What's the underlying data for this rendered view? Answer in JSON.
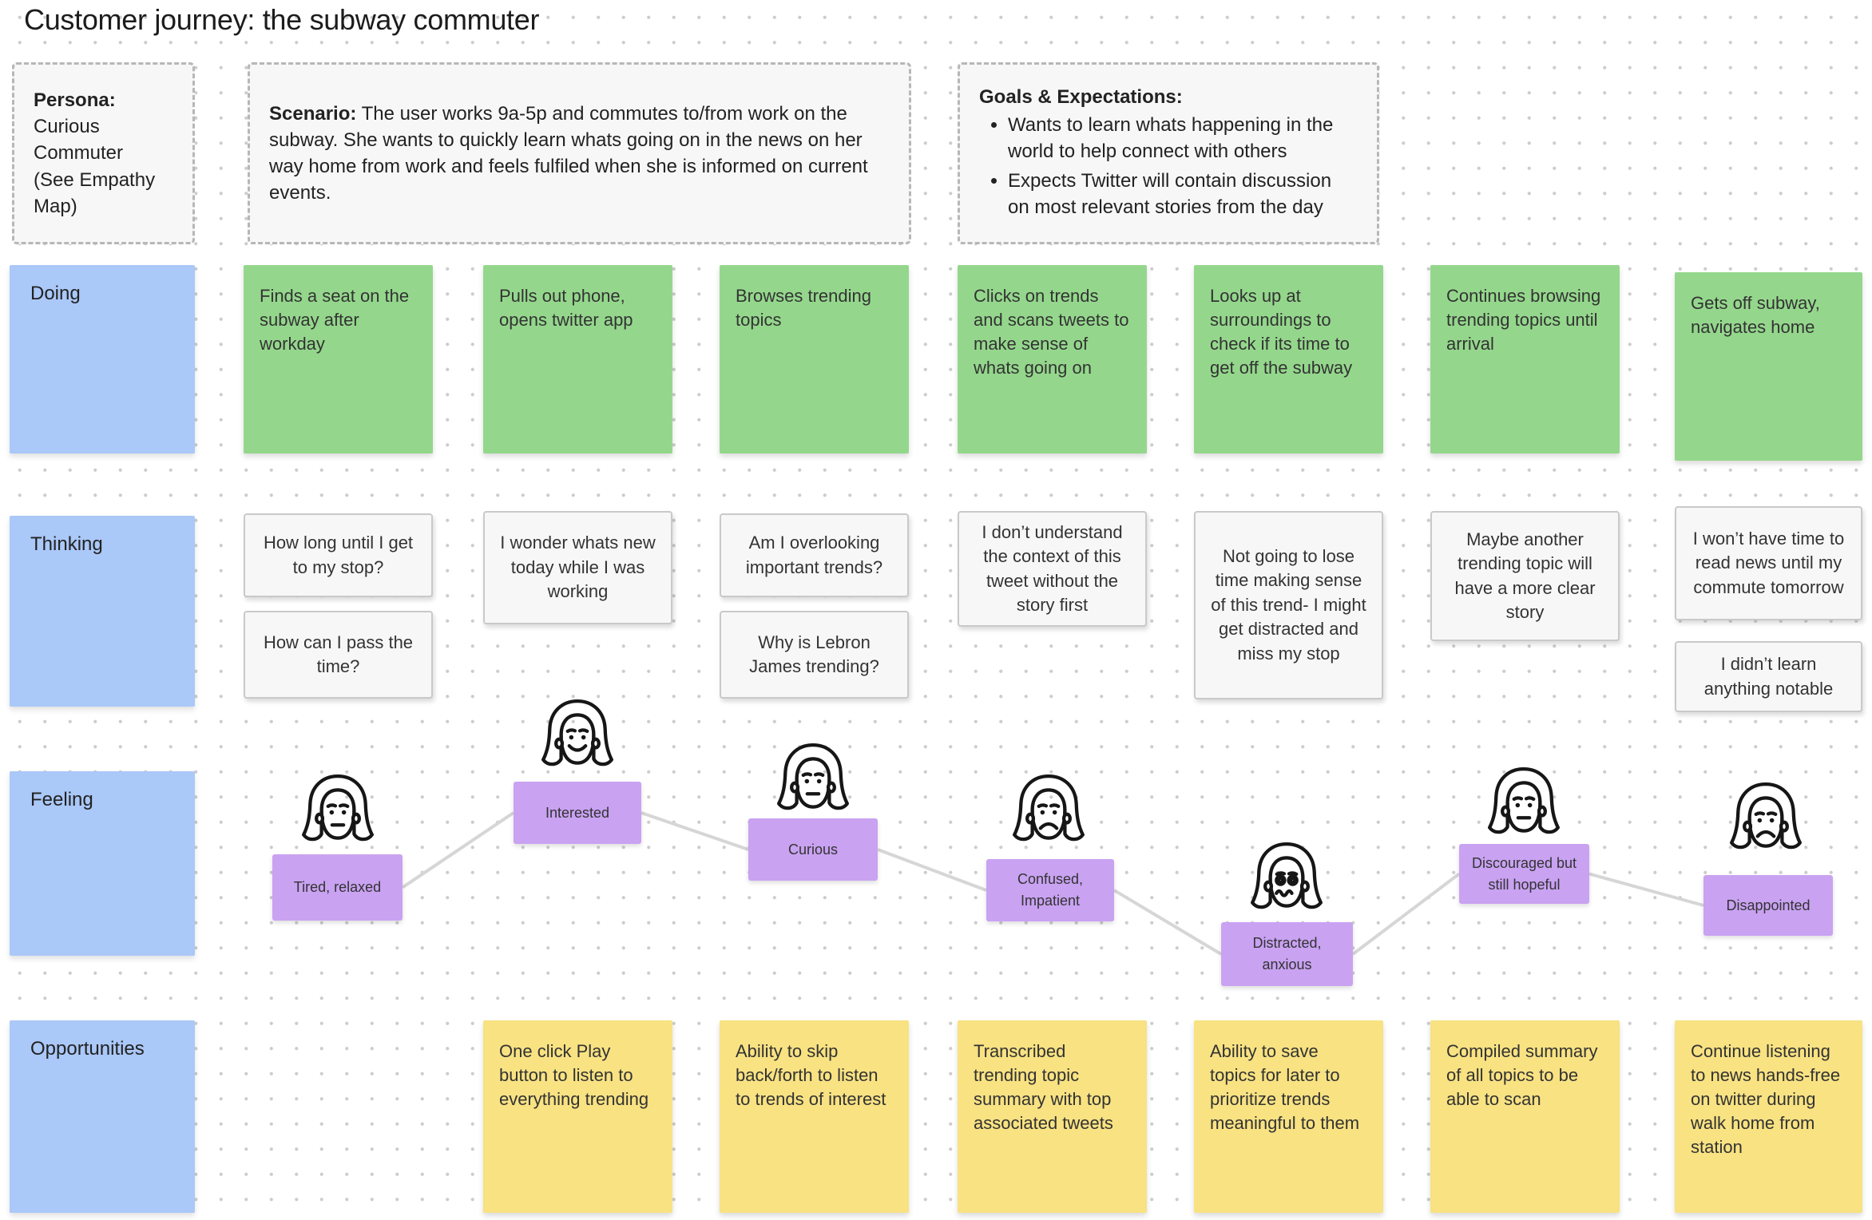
{
  "title": "Customer journey: the subway commuter",
  "header": {
    "persona": {
      "label": "Persona:",
      "body": "Curious\nCommuter\n(See Empathy\nMap)"
    },
    "scenario": {
      "label": "Scenario:",
      "body": "The user works 9a-5p and commutes to/from work on the subway. She wants to quickly learn whats going on in the news on her way home from work and feels fulfiled when she is informed on current events."
    },
    "goals": {
      "label": "Goals & Expectations:",
      "bullets": [
        "Wants to learn whats happening in the world to help connect with others",
        "Expects Twitter will contain discussion on most relevant stories from the day"
      ]
    }
  },
  "rows": {
    "doing": {
      "label": "Doing",
      "notes": [
        "Finds a seat on the subway after workday",
        "Pulls out phone, opens twitter app",
        "Browses trending topics",
        "Clicks on trends and scans tweets to make sense of whats going on",
        "Looks up at surroundings to check if its time to get off the subway",
        "Continues browsing trending topics until arrival",
        "Gets off subway, navigates home"
      ]
    },
    "thinking": {
      "label": "Thinking",
      "notes": [
        "How long until I get to my stop?",
        "How can I pass the time?",
        "I wonder whats new today while I was working",
        "Am I overlooking important trends?",
        "Why is Lebron James trending?",
        "I don’t understand the context of this tweet without the story first",
        "Not going to lose time making sense of this trend- I might get distracted and miss my stop",
        "Maybe another trending topic will have a more clear story",
        "I won’t have time to read news until my commute tomorrow",
        "I didn’t learn anything notable"
      ]
    },
    "feeling": {
      "label": "Feeling",
      "points": [
        {
          "emotion": "Tired, relaxed",
          "expression": "neutral"
        },
        {
          "emotion": "Interested",
          "expression": "smile"
        },
        {
          "emotion": "Curious",
          "expression": "neutral"
        },
        {
          "emotion": "Confused, Impatient",
          "expression": "frown"
        },
        {
          "emotion": "Distracted, anxious",
          "expression": "dizzy"
        },
        {
          "emotion": "Discouraged but still hopeful",
          "expression": "neutral"
        },
        {
          "emotion": "Disappointed",
          "expression": "frown"
        }
      ]
    },
    "opportunities": {
      "label": "Opportunities",
      "notes": [
        "One click Play button to listen to everything trending",
        "Ability to skip back/forth to listen to trends of interest",
        "Transcribed trending topic summary with top associated tweets",
        "Ability to save topics for later to prioritize trends meaningful to them",
        "Compiled summary of all topics to be able to scan",
        "Continue listening to news hands-free on twitter during walk home from station"
      ]
    }
  },
  "colors": {
    "row_label": "#aac8f8",
    "doing_note": "#94d78c",
    "thinking_note": "#f7f7f7",
    "feeling_note": "#c9a2f2",
    "opportunity_note": "#f8e282",
    "connector": "#d6d6d6",
    "face_stroke": "#161616"
  }
}
